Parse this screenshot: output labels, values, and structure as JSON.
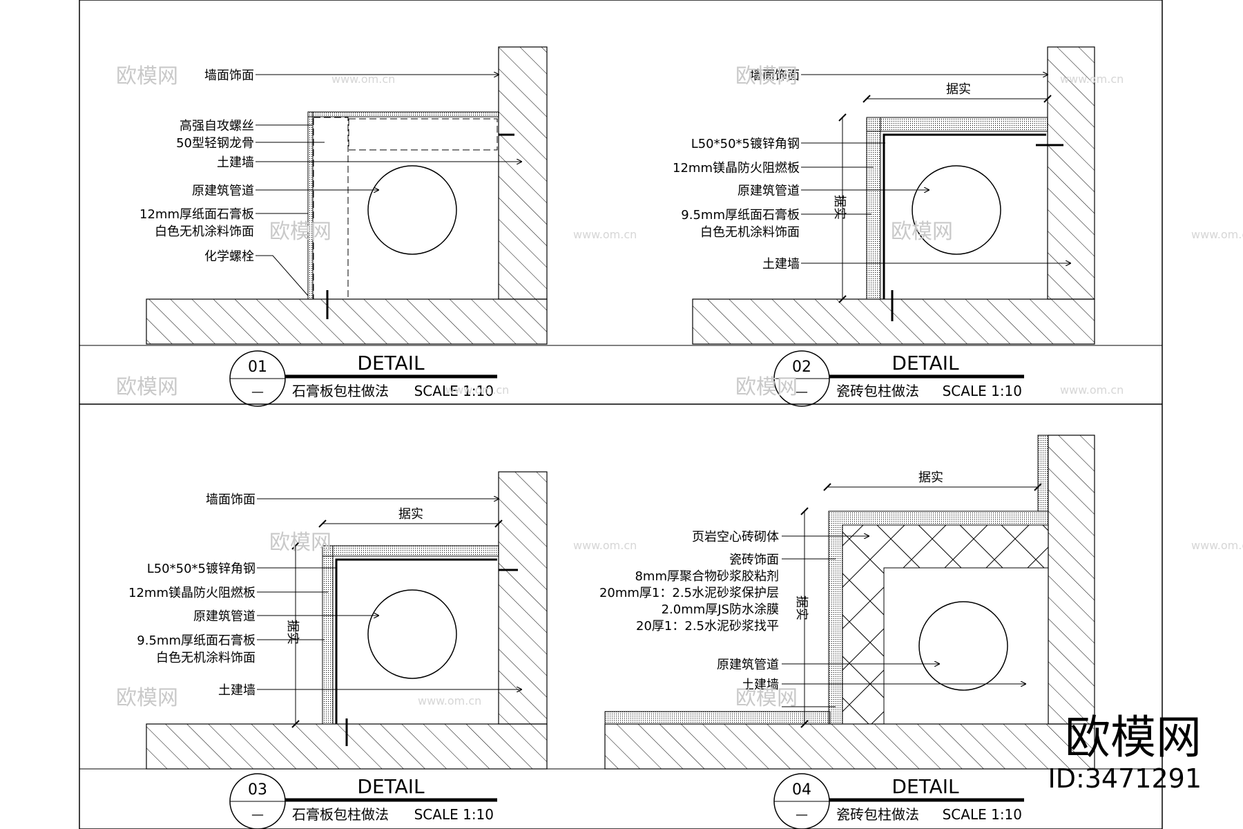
{
  "watermark": {
    "brand": "欧模网",
    "site": "www.om.cn",
    "id": "ID:3471291"
  },
  "details": [
    {
      "number": "01",
      "sub": "—",
      "title": "DETAIL",
      "name": "石膏板包柱做法",
      "scale": "SCALE 1:10",
      "labels": [
        "墙面饰面",
        "高强自攻螺丝",
        "50型轻钢龙骨",
        "土建墙",
        "原建筑管道",
        "12mm厚纸面石膏板",
        "白色无机涂料饰面",
        "化学螺栓"
      ]
    },
    {
      "number": "02",
      "sub": "—",
      "title": "DETAIL",
      "name": "瓷砖包柱做法",
      "scale": "SCALE 1:10",
      "dim_top": "据实",
      "dim_side": "据实",
      "labels": [
        "墙面饰面",
        "L50*50*5镀锌角钢",
        "12mm镁晶防火阻燃板",
        "原建筑管道",
        "9.5mm厚纸面石膏板",
        "白色无机涂料饰面",
        "土建墙"
      ]
    },
    {
      "number": "03",
      "sub": "—",
      "title": "DETAIL",
      "name": "石膏板包柱做法",
      "scale": "SCALE 1:10",
      "dim_top": "据实",
      "dim_side": "据实",
      "labels": [
        "墙面饰面",
        "L50*50*5镀锌角钢",
        "12mm镁晶防火阻燃板",
        "原建筑管道",
        "9.5mm厚纸面石膏板",
        "白色无机涂料饰面",
        "土建墙"
      ]
    },
    {
      "number": "04",
      "sub": "—",
      "title": "DETAIL",
      "name": "瓷砖包柱做法",
      "scale": "SCALE 1:10",
      "dim_top": "据实",
      "dim_side": "据实",
      "labels": [
        "页岩空心砖砌体",
        "瓷砖饰面",
        "8mm厚聚合物砂浆胶粘剂",
        "20mm厚1：2.5水泥砂浆保护层",
        "2.0mm厚JS防水涂膜",
        "20厚1：2.5水泥砂浆找平",
        "原建筑管道",
        "土建墙"
      ]
    }
  ]
}
